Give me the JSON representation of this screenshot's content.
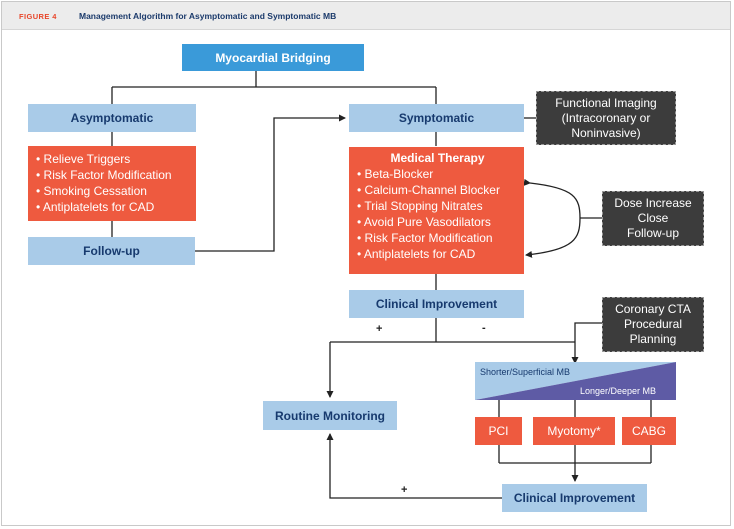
{
  "header": {
    "figure_label": "FIGURE 4",
    "title": "Management Algorithm for Asymptomatic and Symptomatic MB"
  },
  "nodes": {
    "myocardial_bridging": "Myocardial Bridging",
    "asymptomatic": "Asymptomatic",
    "symptomatic": "Symptomatic",
    "follow_up": "Follow-up",
    "clinical_improvement_1": "Clinical Improvement",
    "routine_monitoring": "Routine Monitoring",
    "clinical_improvement_2": "Clinical Improvement",
    "pci": "PCI",
    "myotomy": "Myotomy*",
    "cabg": "CABG"
  },
  "asymptomatic_list": [
    "Relieve Triggers",
    "Risk Factor Modification",
    "Smoking Cessation",
    "Antiplatelets for CAD"
  ],
  "medical_therapy": {
    "title": "Medical Therapy",
    "items": [
      "Beta-Blocker",
      "Calcium-Channel Blocker",
      "Trial Stopping Nitrates",
      "Avoid Pure Vasodilators",
      "Risk Factor Modification",
      "Antiplatelets for CAD"
    ]
  },
  "side_boxes": {
    "functional_imaging": [
      "Functional Imaging",
      "(Intracoronary or",
      "Noninvasive)"
    ],
    "dose_increase": [
      "Dose Increase",
      "Close",
      "Follow-up"
    ],
    "coronary_cta": [
      "Coronary CTA",
      "Procedural",
      "Planning"
    ]
  },
  "spectrum": {
    "shorter": "Shorter/Superficial MB",
    "longer": "Longer/Deeper MB"
  },
  "signs": {
    "plus_1": "+",
    "minus_1": "-",
    "plus_2": "+"
  },
  "colors": {
    "red_box": "#ee5a3f",
    "light_blue_box": "#a9cbe8",
    "blue_box": "#3a9ad9",
    "gray_box": "#3c3c3c",
    "title_navy": "#1b3a6b",
    "figure_label_red": "#e8462a",
    "spectrum_light": "#a9cbe8",
    "spectrum_dark": "#5e5ba5"
  }
}
